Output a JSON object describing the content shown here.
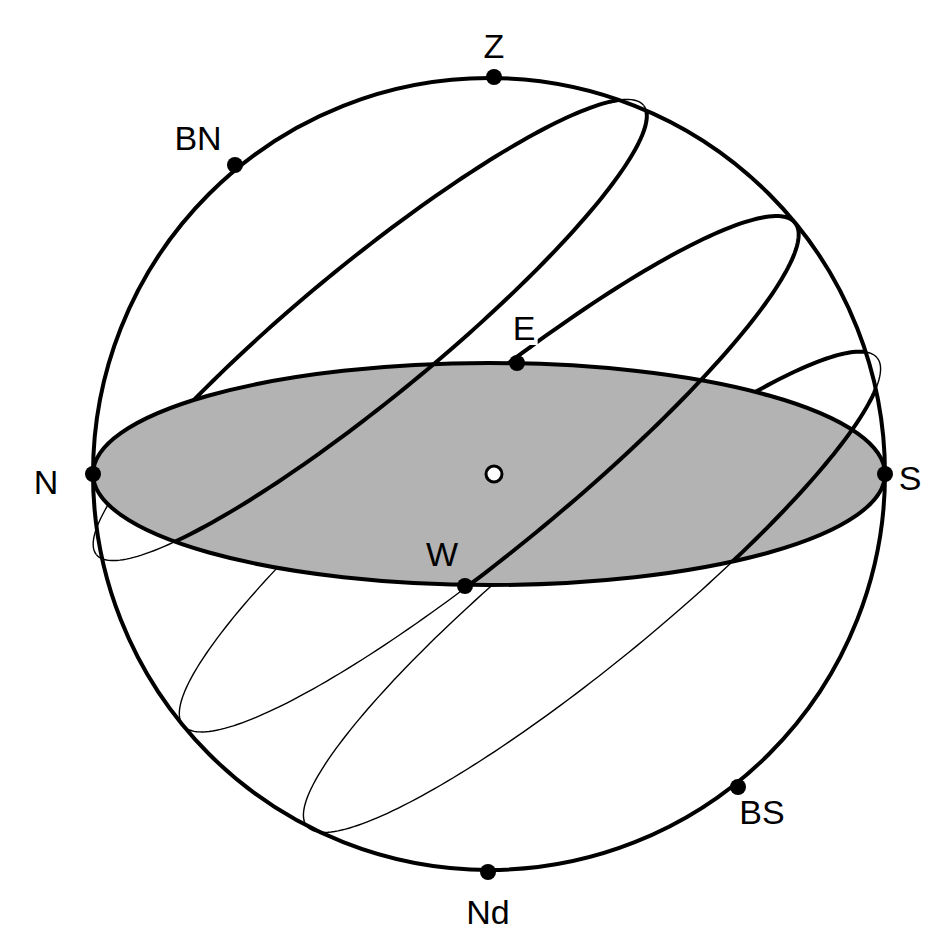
{
  "diagram": {
    "labels": [
      "Z",
      "BN",
      "E",
      "N",
      "S",
      "W",
      "BS",
      "Nd"
    ]
  }
}
